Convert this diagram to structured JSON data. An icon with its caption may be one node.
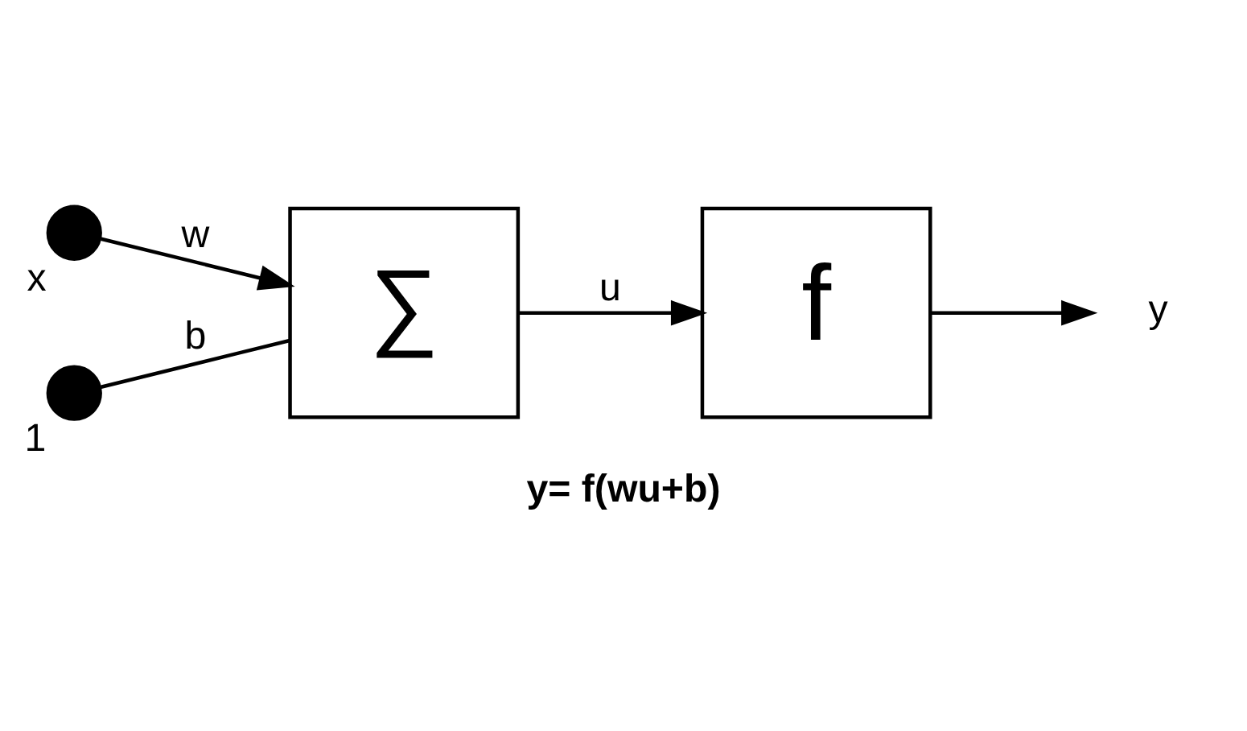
{
  "diagram": {
    "caption": "y= f(wu+b)",
    "nodes": [
      {
        "text": [],
        "shape": "circle",
        "beside": [
          "x"
        ]
      },
      {
        "text": [
          "∑"
        ]
      },
      {
        "text": [
          "f"
        ]
      },
      {
        "text": [],
        "shape": "circle",
        "beside": [
          "1"
        ]
      },
      {
        "text": [
          "y"
        ]
      }
    ],
    "edges": [
      {
        "from": 0,
        "to": 1,
        "arrow": "to",
        "label": "w"
      },
      {
        "from": 1,
        "to": 2,
        "arrow": "to",
        "label": "u"
      },
      {
        "from": 2,
        "to": 4,
        "arrow": "to"
      },
      {
        "from": 3,
        "to": 1,
        "arrow": "none",
        "label": "b"
      }
    ]
  }
}
